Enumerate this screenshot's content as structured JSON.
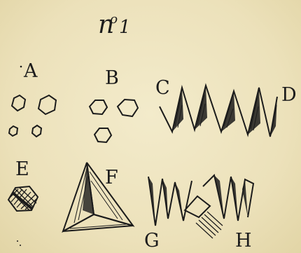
{
  "title": {
    "main": "n",
    "superscript": "o",
    "number": "1"
  },
  "labels": {
    "a": "A",
    "b": "B",
    "c": "C",
    "d": "D",
    "e": "E",
    "f": "F",
    "g": "G",
    "h": "H"
  },
  "colors": {
    "paper": "#efe6c2",
    "ink": "#1b1b1b"
  }
}
